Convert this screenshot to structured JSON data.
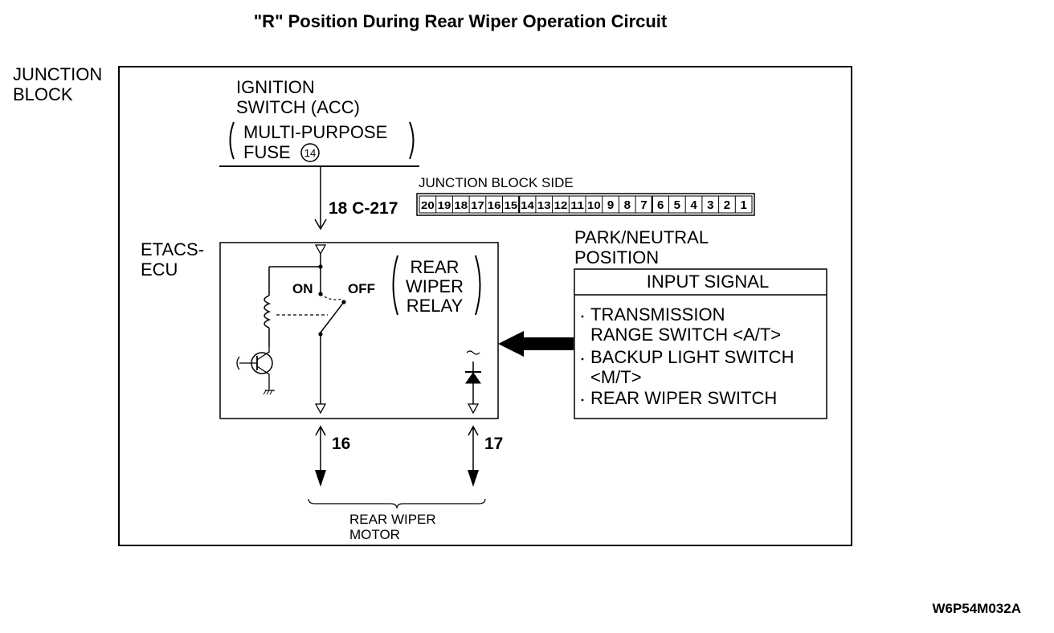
{
  "title": "\"R\" Position During Rear Wiper Operation Circuit",
  "junction_block": {
    "line1": "JUNCTION",
    "line2": "BLOCK"
  },
  "ignition": {
    "line1": "IGNITION",
    "line2": "SWITCH (ACC)",
    "line3": "MULTI-PURPOSE",
    "line4": "FUSE",
    "fuse_number": "14"
  },
  "connector": {
    "side_label": "JUNCTION BLOCK SIDE",
    "pins": [
      "20",
      "19",
      "18",
      "17",
      "16",
      "15",
      "14",
      "13",
      "12",
      "11",
      "10",
      "9",
      "8",
      "7",
      "6",
      "5",
      "4",
      "3",
      "2",
      "1"
    ],
    "feed_label": "18 C-217"
  },
  "ecu": {
    "line1": "ETACS-",
    "line2": "ECU"
  },
  "relay": {
    "on_label": "ON",
    "off_label": "OFF",
    "name_line1": "REAR",
    "name_line2": "WIPER",
    "name_line3": "RELAY"
  },
  "park_neutral": {
    "line1": "PARK/NEUTRAL",
    "line2": "POSITION",
    "box_header": "INPUT SIGNAL",
    "items": [
      {
        "line1": "TRANSMISSION",
        "line2": "RANGE SWITCH <A/T>"
      },
      {
        "line1": "BACKUP LIGHT SWITCH",
        "line2": "<M/T>"
      },
      {
        "line1": "REAR WIPER SWITCH",
        "line2": ""
      }
    ]
  },
  "outputs": {
    "pin_a": "16",
    "pin_b": "17"
  },
  "motor": {
    "line1": "REAR WIPER",
    "line2": "MOTOR"
  },
  "code": "W6P54M032A"
}
